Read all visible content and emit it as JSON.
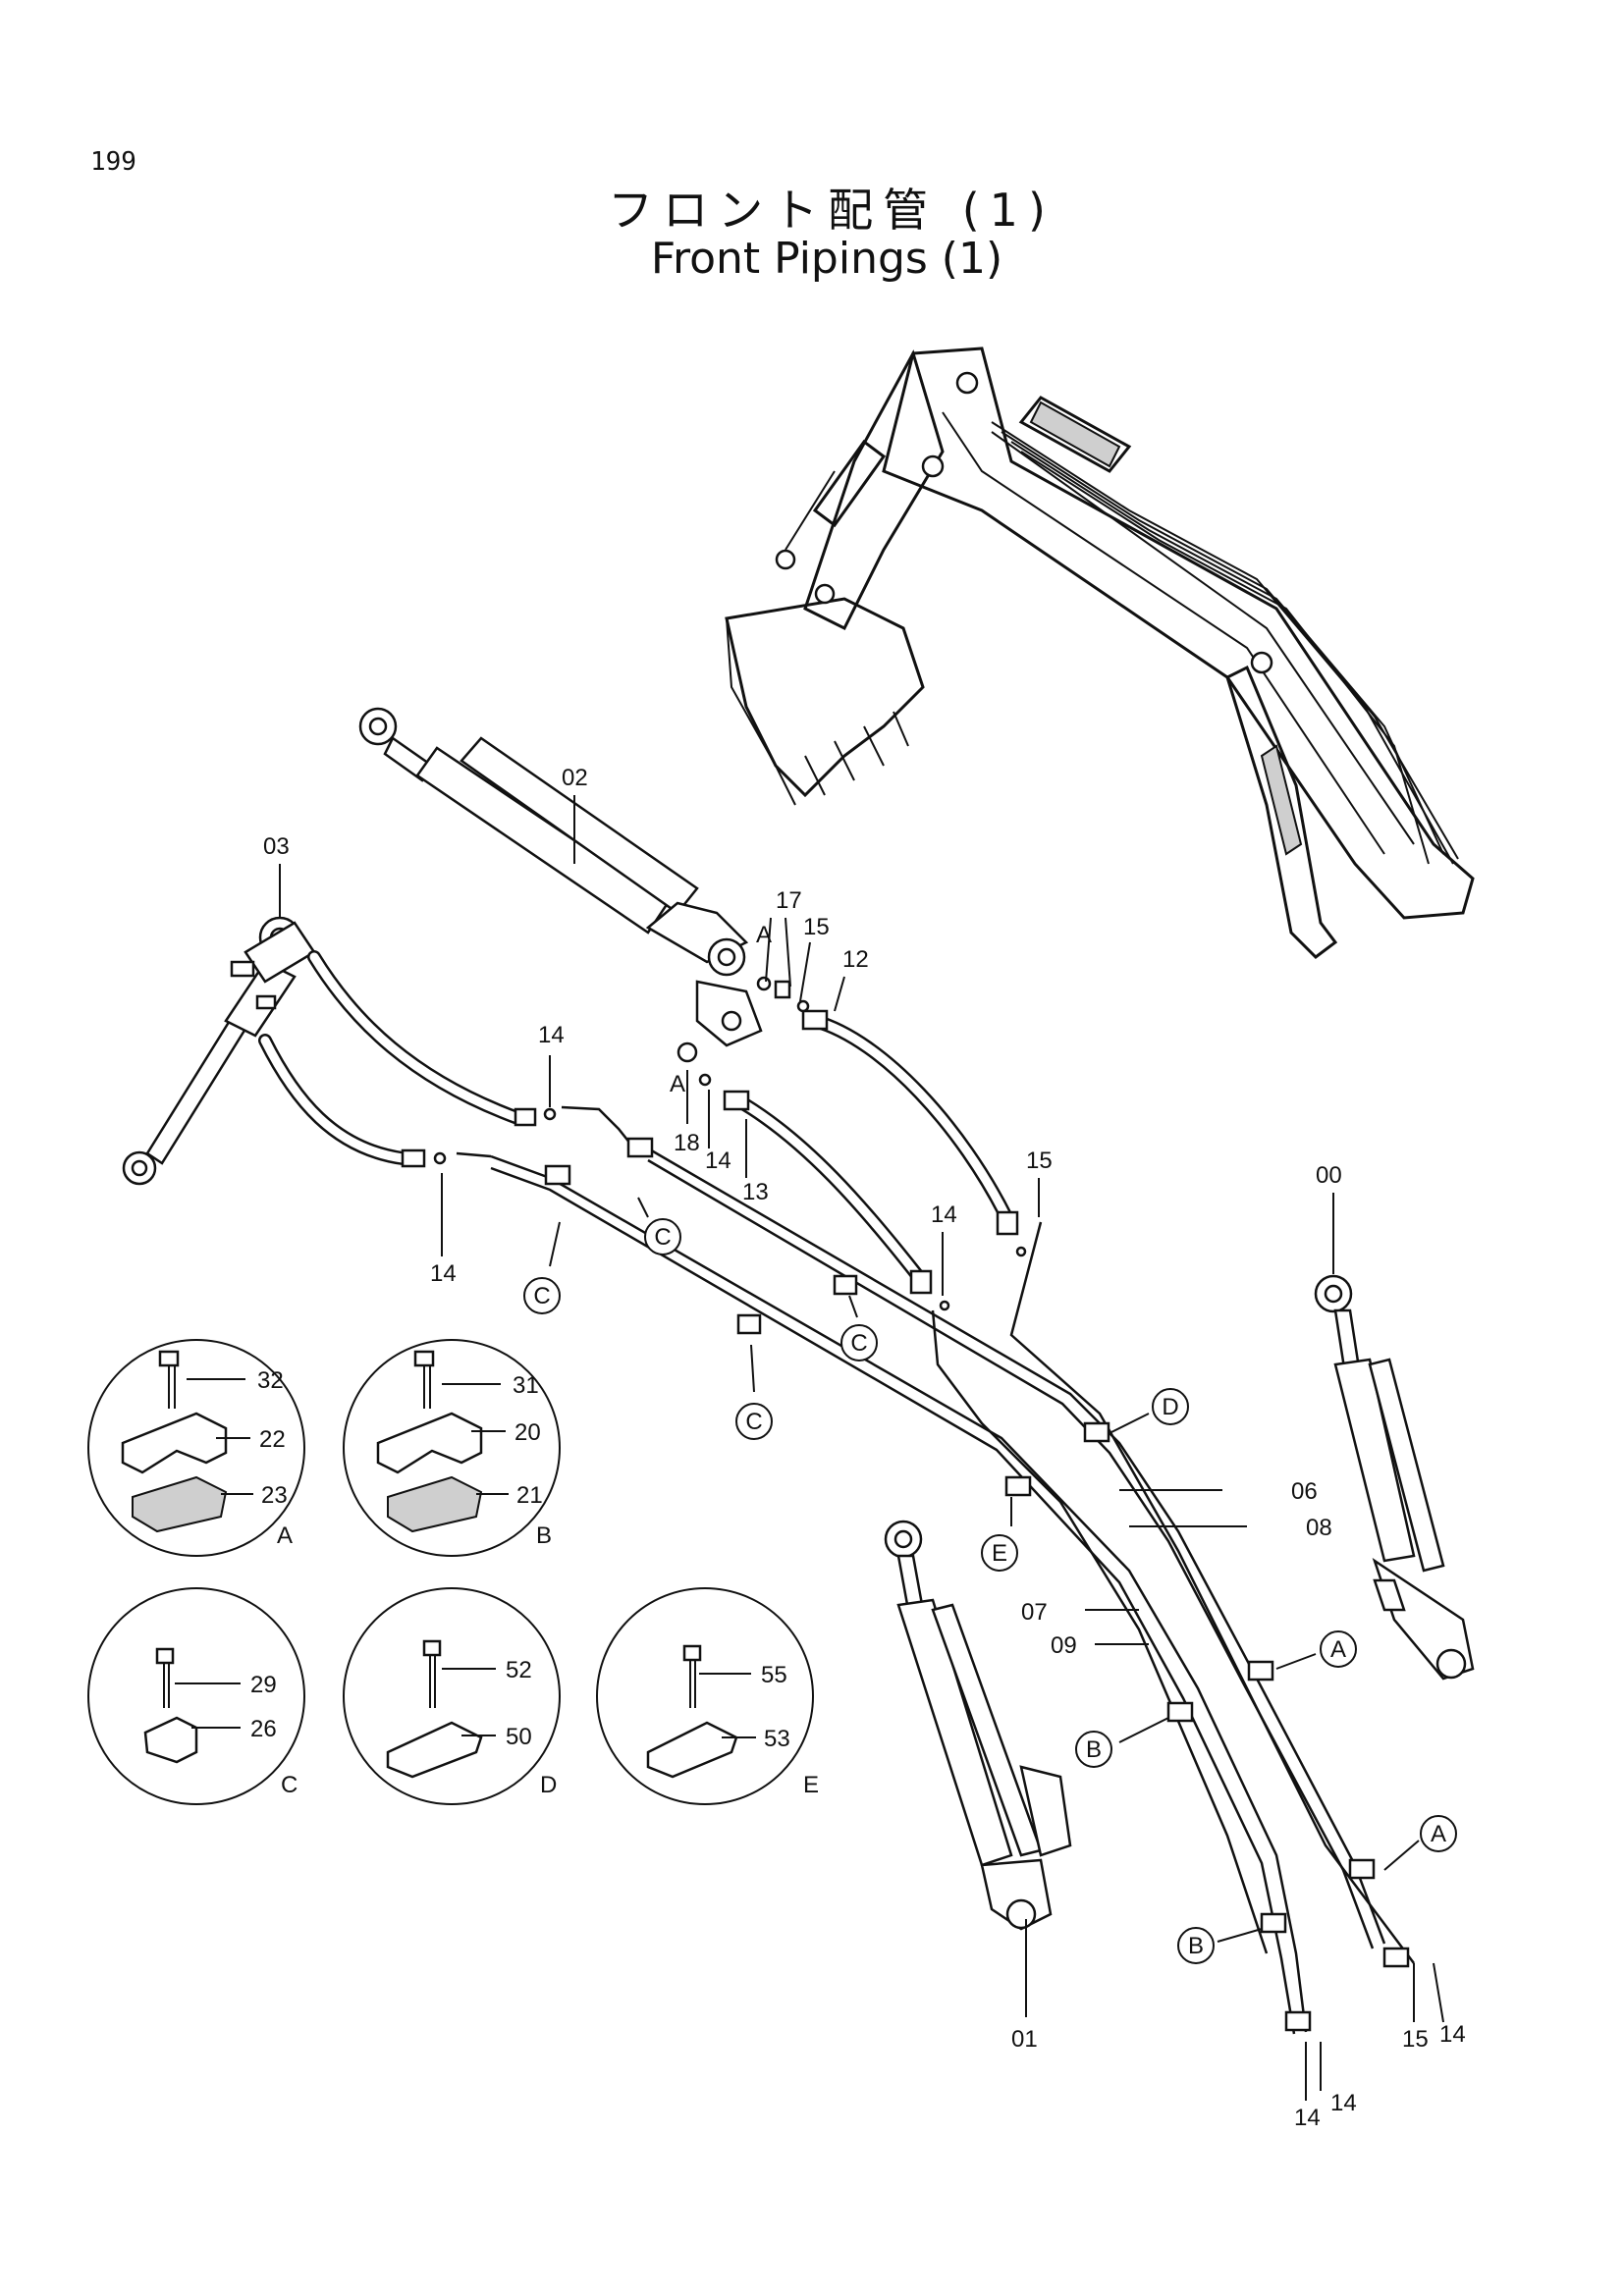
{
  "page_number": "199",
  "title_jp": "フロント配管 (1)",
  "title_en": "Front Pipings (1)",
  "callouts": {
    "c00": "00",
    "c01": "01",
    "c02": "02",
    "c03": "03",
    "c06": "06",
    "c07": "07",
    "c08": "08",
    "c09": "09",
    "c12": "12",
    "c13": "13",
    "c14a": "14",
    "c14b": "14",
    "c14c": "14",
    "c14d": "14",
    "c14e": "14",
    "c14f": "14",
    "c14g": "14",
    "c15a": "15",
    "c15b": "15",
    "c15c": "15",
    "c17": "17",
    "c18": "18"
  },
  "reference_markers": {
    "a1": "A",
    "a2": "A",
    "a3": "A",
    "a4": "A",
    "b1": "B",
    "b2": "B",
    "c1": "C",
    "c2": "C",
    "c3": "C",
    "c4": "C",
    "d1": "D",
    "e1": "E"
  },
  "detail_views": [
    {
      "letter": "A",
      "parts": [
        "32",
        "22",
        "23"
      ]
    },
    {
      "letter": "B",
      "parts": [
        "31",
        "20",
        "21"
      ]
    },
    {
      "letter": "C",
      "parts": [
        "29",
        "26"
      ]
    },
    {
      "letter": "D",
      "parts": [
        "52",
        "50"
      ]
    },
    {
      "letter": "E",
      "parts": [
        "55",
        "53"
      ]
    }
  ]
}
